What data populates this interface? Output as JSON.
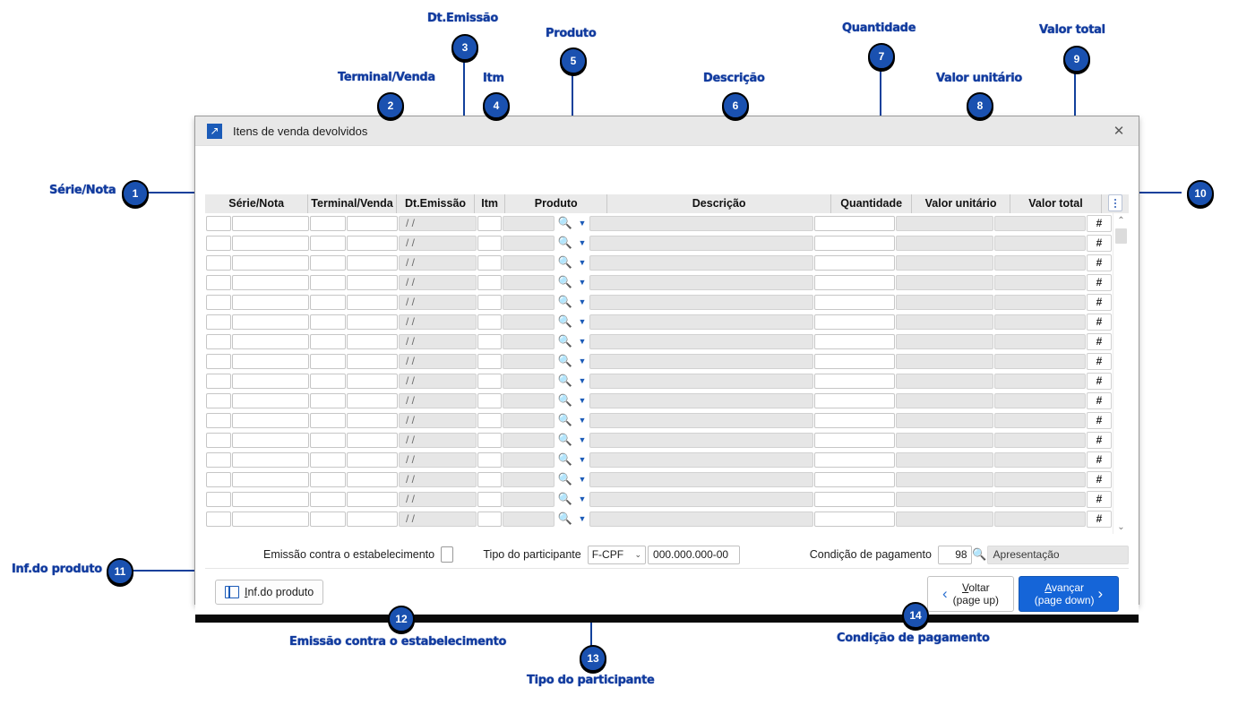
{
  "dialog": {
    "title": "Itens de venda devolvidos",
    "title_icon": "arrow-expand-icon",
    "close_icon": "close-icon"
  },
  "grid": {
    "columns": [
      {
        "key": "serie_nota",
        "label": "Série/Nota"
      },
      {
        "key": "terminal_venda",
        "label": "Terminal/Venda"
      },
      {
        "key": "dt_emissao",
        "label": "Dt.Emissão"
      },
      {
        "key": "item",
        "label": "Itm"
      },
      {
        "key": "produto",
        "label": "Produto"
      },
      {
        "key": "descricao",
        "label": "Descrição"
      },
      {
        "key": "quantidade",
        "label": "Quantidade"
      },
      {
        "key": "valor_unitario",
        "label": "Valor unitário"
      },
      {
        "key": "valor_total",
        "label": "Valor total"
      },
      {
        "key": "menu",
        "label": ""
      }
    ],
    "row_count": 16,
    "date_placeholder": "/ /",
    "hash_label": "#",
    "empty_value": ""
  },
  "form": {
    "emissao_label": "Emissão contra o estabelecimento",
    "emissao_checked": false,
    "tipo_participante_label": "Tipo do participante",
    "tipo_participante_value": "F-CPF",
    "documento_value": "000.000.000-00",
    "condicao_label": "Condição de pagamento",
    "condicao_codigo": "98",
    "condicao_descricao": "Apresentação"
  },
  "footer": {
    "info_produto": "Inf.do produto",
    "voltar_main": "Voltar",
    "voltar_sub": "(page up)",
    "avancar_main": "Avançar",
    "avancar_sub": "(page down)"
  },
  "annotations": [
    {
      "n": "1",
      "label": "Série/Nota"
    },
    {
      "n": "2",
      "label": "Terminal/Venda"
    },
    {
      "n": "3",
      "label": "Dt.Emissão"
    },
    {
      "n": "4",
      "label": "Itm"
    },
    {
      "n": "5",
      "label": "Produto"
    },
    {
      "n": "6",
      "label": "Descrição"
    },
    {
      "n": "7",
      "label": "Quantidade"
    },
    {
      "n": "8",
      "label": "Valor unitário"
    },
    {
      "n": "9",
      "label": "Valor total"
    },
    {
      "n": "10",
      "label": ""
    },
    {
      "n": "11",
      "label": "Inf.do produto"
    },
    {
      "n": "12",
      "label": "Emissão contra o estabelecimento"
    },
    {
      "n": "13",
      "label": "Tipo do participante"
    },
    {
      "n": "14",
      "label": "Condição de pagamento"
    }
  ],
  "colors": {
    "accent": "#1565D8",
    "annotation": "#103A9E",
    "titlebar": "#e8e8e8"
  }
}
